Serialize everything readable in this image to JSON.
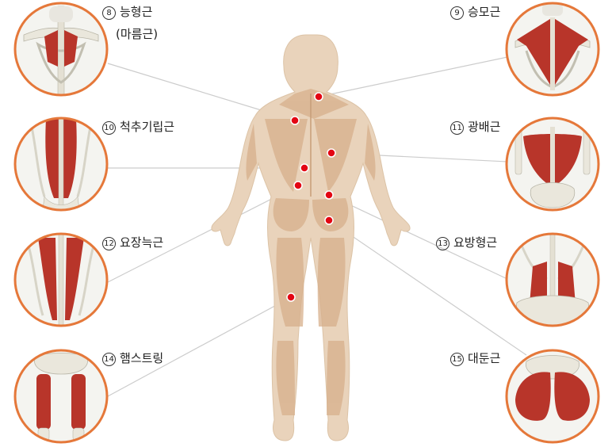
{
  "colors": {
    "accent": "#e5783a",
    "body_fill": "#e9d3bb",
    "muscle_fill": "#c98d67",
    "muscle_red": "#b8352a",
    "bone": "#eae7dc",
    "leader_line": "#cccccc",
    "marker": "#e30613"
  },
  "labels": [
    {
      "key": "l8",
      "number": "8",
      "name": "능형근",
      "subname": "(마름근)"
    },
    {
      "key": "l9",
      "number": "9",
      "name": "승모근"
    },
    {
      "key": "l10",
      "number": "10",
      "name": "척추기립근"
    },
    {
      "key": "l11",
      "number": "11",
      "name": "광배근"
    },
    {
      "key": "l12",
      "number": "12",
      "name": "요장늑근"
    },
    {
      "key": "l13",
      "number": "13",
      "name": "요방형근"
    },
    {
      "key": "l14",
      "number": "14",
      "name": "햄스트링"
    },
    {
      "key": "l15",
      "number": "15",
      "name": "대둔근"
    }
  ],
  "icons": {
    "circle_8": "rhomboid-muscle-icon",
    "circle_9": "trapezius-muscle-icon",
    "circle_10": "erector-spinae-icon",
    "circle_11": "latissimus-dorsi-icon",
    "circle_12": "iliocostalis-icon",
    "circle_13": "quadratus-lumborum-icon",
    "circle_14": "hamstring-icon",
    "circle_15": "gluteus-maximus-icon"
  }
}
